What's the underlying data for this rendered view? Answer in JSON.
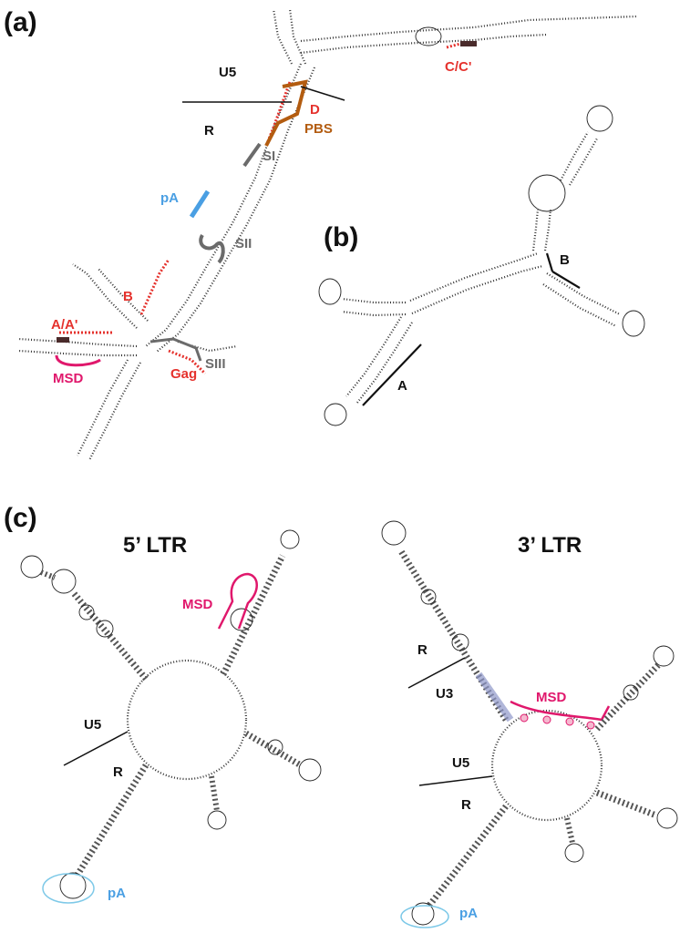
{
  "panels": {
    "a": {
      "label": "(a)",
      "labels": {
        "u5": "U5",
        "r": "R",
        "pbs": "PBS",
        "d": "D",
        "cc": "C/C'",
        "si": "SI",
        "pa": "pA",
        "sii": "SII",
        "b": "B",
        "aa": "A/A'",
        "msd": "MSD",
        "gag": "Gag",
        "siii": "SIII"
      },
      "colors": {
        "red": "#e5322d",
        "gray": "#6b6b6b",
        "blue": "#4a9fe3",
        "brown": "#b35c10",
        "magenta": "#e0186c"
      }
    },
    "b": {
      "label": "(b)",
      "labels": {
        "b": "B",
        "a": "A"
      }
    },
    "c": {
      "label": "(c)",
      "ltr5": {
        "title": "5’ LTR",
        "msd": "MSD",
        "u5": "U5",
        "r": "R",
        "pa": "pA"
      },
      "ltr3": {
        "title": "3’ LTR",
        "msd": "MSD",
        "r": "R",
        "u3": "U3",
        "u5": "U5",
        "r2": "R",
        "pa": "pA"
      },
      "pair_colors": {
        "gc": "#e5322d",
        "au": "#2d8a3e",
        "gu": "#2f4bb8"
      }
    }
  }
}
